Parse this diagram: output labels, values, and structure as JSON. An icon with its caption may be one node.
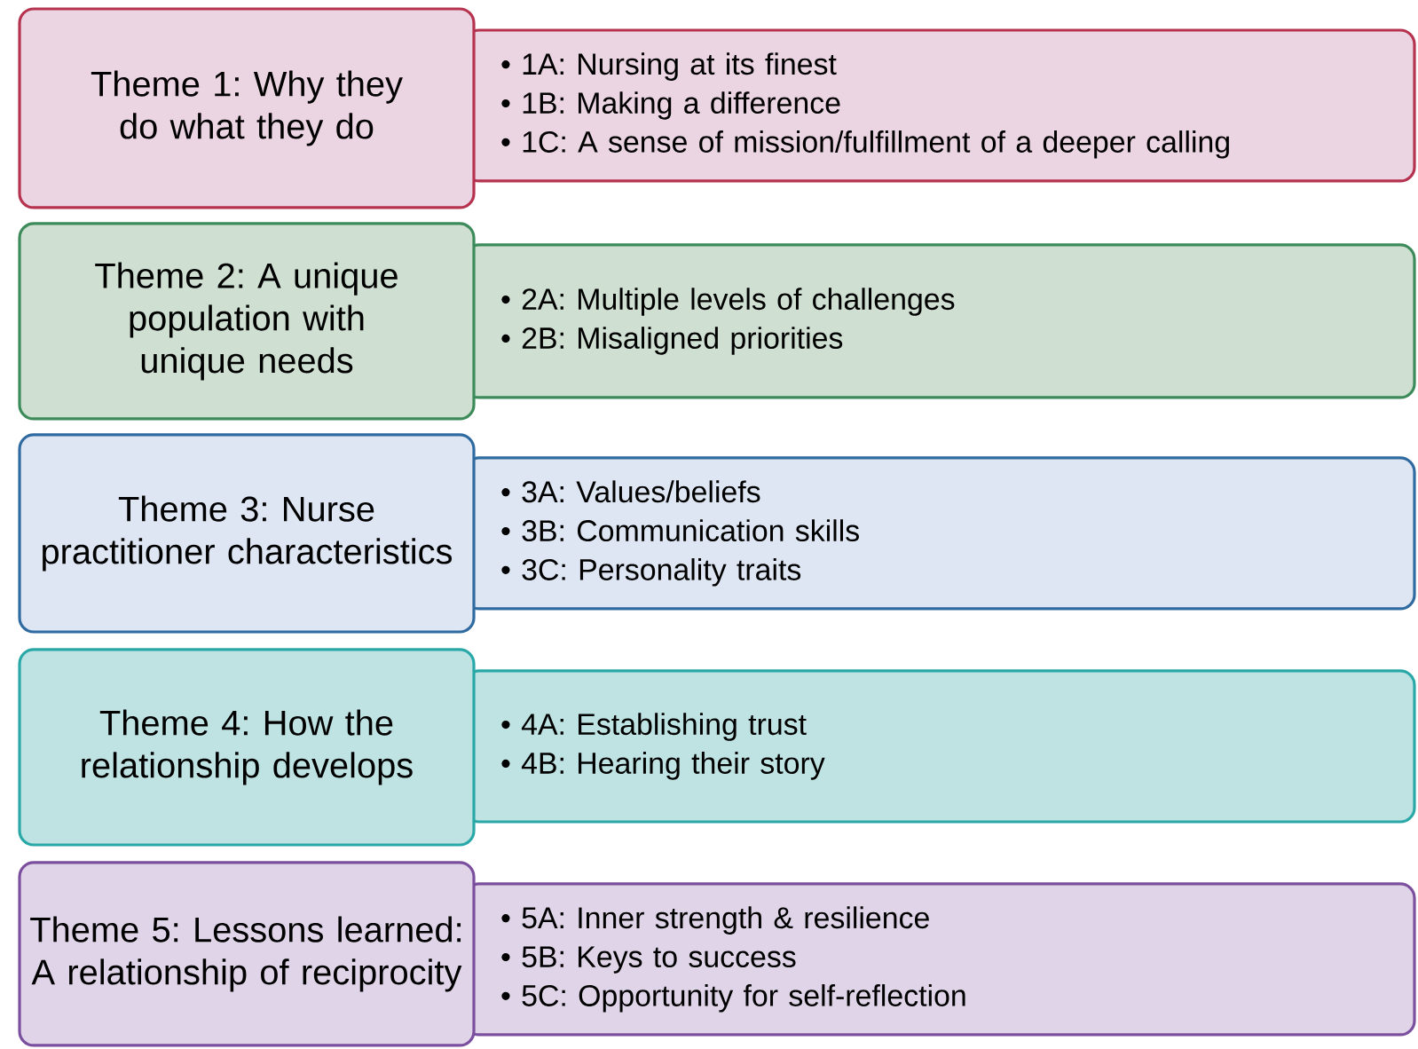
{
  "diagram": {
    "nodes": [
      {
        "text": [
          "Theme 1: Why they do what they do"
        ]
      },
      {
        "text": [
          "• 1A: Nursing at its finest",
          "• 1B: Making a difference",
          "• 1C: A sense of mission/fulfillment of a deeper calling"
        ]
      },
      {
        "text": [
          "Theme 2: A unique population with unique needs"
        ]
      },
      {
        "text": [
          "• 2A: Multiple levels of challenges",
          "• 2B: Misaligned priorities"
        ]
      },
      {
        "text": [
          "Theme 3: Nurse practitioner characteristics"
        ]
      },
      {
        "text": [
          "• 3A: Values/beliefs",
          "• 3B: Communication skills",
          "• 3C: Personality traits"
        ]
      },
      {
        "text": [
          "Theme 4: How the relationship develops"
        ]
      },
      {
        "text": [
          "• 4A: Establishing trust",
          "• 4B: Hearing their story"
        ]
      },
      {
        "text": [
          "Theme 5: Lessons learned: A relationship of reciprocity"
        ]
      },
      {
        "text": [
          "• 5A: Inner strength & resilience",
          "• 5B: Keys to success",
          "• 5C: Opportunity for self-reflection"
        ]
      }
    ],
    "edges": []
  }
}
